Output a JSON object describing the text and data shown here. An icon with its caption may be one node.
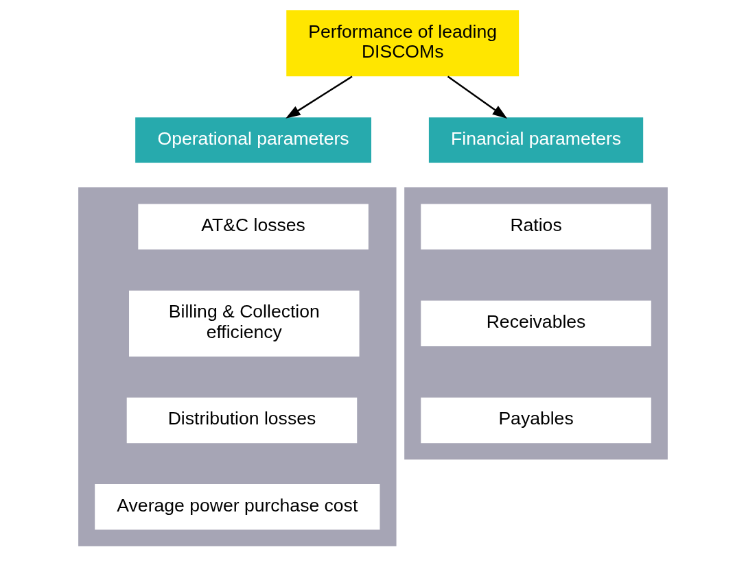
{
  "diagram": {
    "nodes": [
      {
        "text": [
          "Performance of leading DISCOMs"
        ]
      },
      {
        "text": [
          "Operational parameters"
        ]
      },
      {
        "text": [
          "Financial parameters"
        ]
      },
      {
        "text": [],
        "shape": "box"
      },
      {
        "text": [
          "AT&C losses"
        ],
        "in": 3
      },
      {
        "text": [
          "Billing & Collection efficiency"
        ],
        "in": 3
      },
      {
        "text": [
          "Distribution losses"
        ],
        "in": 3
      },
      {
        "text": [
          "Average power purchase cost"
        ],
        "in": 3
      },
      {
        "text": [],
        "shape": "box"
      },
      {
        "text": [
          "Ratios"
        ],
        "in": 8
      },
      {
        "text": [
          "Receivables"
        ],
        "in": 8
      },
      {
        "text": [
          "Payables"
        ],
        "in": 8
      }
    ],
    "edges": [
      {
        "from": 0,
        "to": 1,
        "arrow": "to"
      },
      {
        "from": 0,
        "to": 2,
        "arrow": "to"
      }
    ]
  }
}
